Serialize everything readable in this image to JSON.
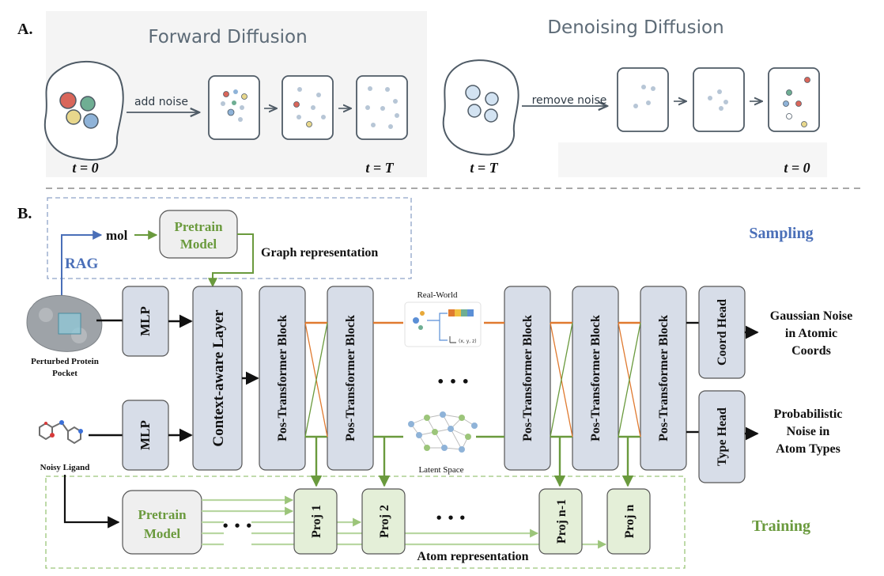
{
  "panel_a": {
    "label": "A.",
    "forward_title": "Forward Diffusion",
    "denoise_title": "Denoising Diffusion",
    "add_noise": "add noise",
    "remove_noise": "remove noise",
    "t_fwd_start": "t = 0",
    "t_fwd_end": "t = T",
    "t_den_start": "t = T",
    "t_den_end": "t = 0"
  },
  "panel_b": {
    "label": "B.",
    "sampling": "Sampling",
    "training": "Training",
    "rag": "RAG",
    "mol": "mol",
    "pretrain_top": {
      "line1": "Pretrain",
      "line2": "Model"
    },
    "pretrain_bottom": {
      "line1": "Pretrain",
      "line2": "Model"
    },
    "graph_representation": "Graph representation",
    "atom_representation": "Atom representation",
    "protein_caption": {
      "line1": "Perturbed Protein",
      "line2": "Pocket"
    },
    "ligand_caption": "Noisy Ligand",
    "mlp_top": "MLP",
    "mlp_bottom": "MLP",
    "context_layer": "Context-aware Layer",
    "pos_block": "Pos-Transformer Block",
    "real_world": "Real-World",
    "xyz": "(x, y, z)",
    "latent_space": "Latent Space",
    "ellipsis": "• • •",
    "coord_head": "Coord Head",
    "type_head": "Type Head",
    "out_coords": {
      "line1": "Gaussian Noise",
      "line2": "in Atomic",
      "line3": "Coords"
    },
    "out_types": {
      "line1": "Probabilistic",
      "line2": "Noise in",
      "line3": "Atom Types"
    },
    "proj": [
      "Proj 1",
      "Proj 2",
      "Proj n-1",
      "Proj n"
    ]
  },
  "colors": {
    "green": "#6a9a3d",
    "blue": "#4a6fb8",
    "orange": "#e07a30",
    "block_fill": "#d7dde8",
    "proj_fill": "#e4efd8",
    "dot_red": "#d9665a",
    "dot_green": "#6fae93",
    "dot_yellow": "#e8d78c",
    "dot_blue": "#8fb3d8"
  }
}
